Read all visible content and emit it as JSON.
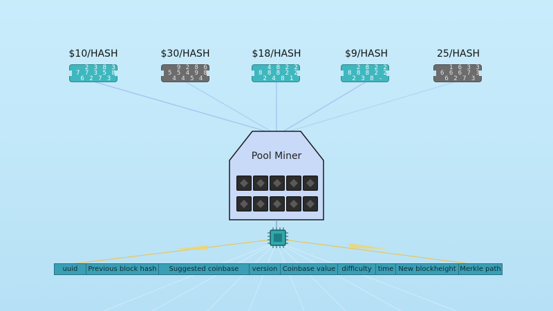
{
  "miners": [
    {
      "price": "$10/HASH",
      "state": "active",
      "digits": [
        "  2 3 8 3",
        "7 7 3 5 8",
        " 6 2 7 3"
      ]
    },
    {
      "price": "$30/HASH",
      "state": "idle",
      "digits": [
        "  9 2 8 6",
        "5 5 4 9 8",
        " 4 4 5 4"
      ]
    },
    {
      "price": "$18/HASH",
      "state": "active",
      "digits": [
        "  4 8 2 2",
        "8 8 8 2 2",
        " 2 4 8 1"
      ]
    },
    {
      "price": "$9/HASH",
      "state": "active",
      "digits": [
        "  2 8 2 2",
        "8 8 8 2 2",
        " 2 3 8 -"
      ]
    },
    {
      "price": "25/HASH",
      "state": "idle",
      "digits": [
        "  1 6 3 3",
        "6 6 6 7 3",
        " 6 2 7 3"
      ]
    }
  ],
  "pool": {
    "title": "Pool Miner"
  },
  "block_fields": [
    "uuid",
    "Previous block hash",
    "Suggested coinbase",
    "version",
    "Coinbase value",
    "difficulty",
    "time",
    "New blockheight",
    "Merkle path"
  ],
  "colors": {
    "active": "#3fb7be",
    "idle": "#6c6c6c",
    "pool_fill": "#c8daf7",
    "table": "#3a9fb5"
  }
}
